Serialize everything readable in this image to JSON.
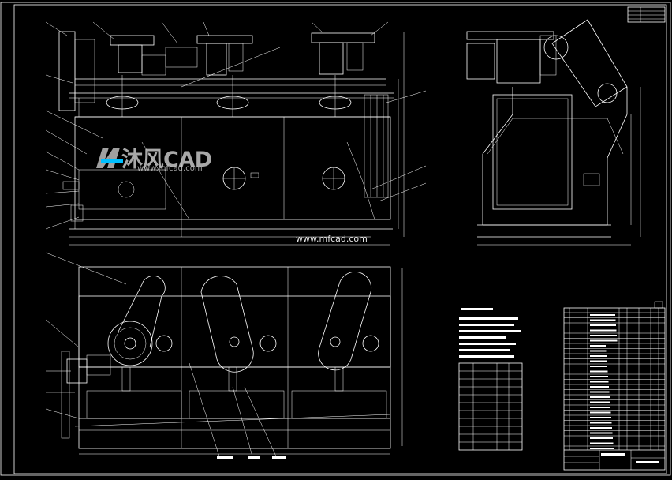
{
  "watermark": {
    "brand": "沐风CAD",
    "url": "www.mfcad.com",
    "url_center": "www.mfcad.com"
  },
  "colors": {
    "background": "#000000",
    "lines": "#ffffff",
    "accent": "#00bfff"
  },
  "icons": [
    "mfcad-logo-icon"
  ]
}
